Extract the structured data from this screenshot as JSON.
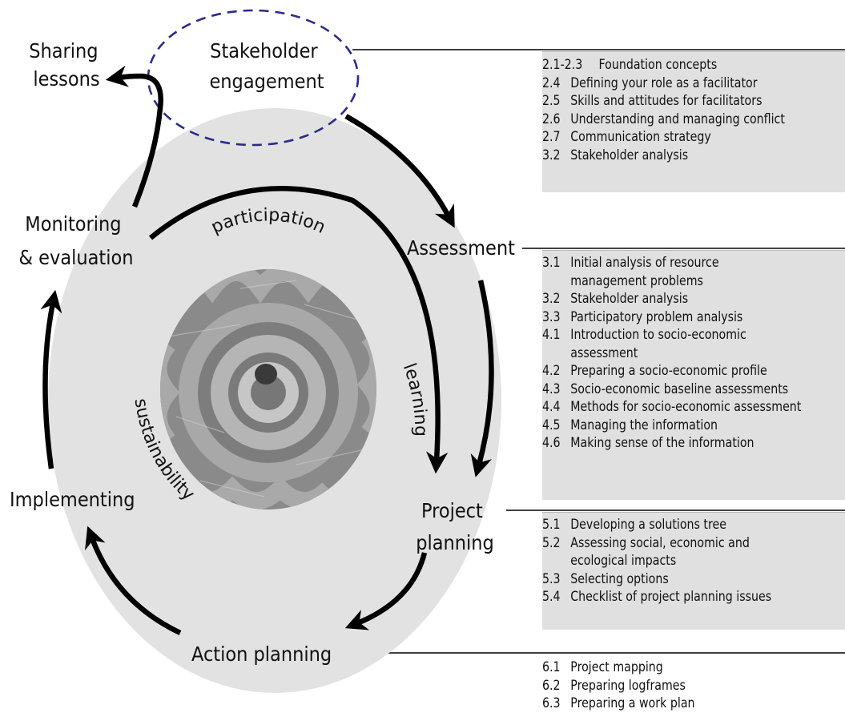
{
  "stages": {
    "sharing_lessons": [
      "Sharing",
      "lessons"
    ],
    "stakeholder_engagement": [
      "Stakeholder",
      "engagement"
    ],
    "assessment": "Assessment",
    "project_planning": [
      "Project",
      "planning"
    ],
    "action_planning": "Action planning",
    "implementing": "Implementing",
    "monitoring_evaluation": [
      "Monitoring",
      "& evaluation"
    ]
  },
  "themes": {
    "participation": "participation",
    "learning": "learning",
    "sustainability": "sustainability"
  },
  "panels": {
    "stakeholder": [
      {
        "num": "2.1-2.3",
        "text": "Foundation concepts"
      },
      {
        "num": "2.4",
        "text": "Defining your role as a facilitator"
      },
      {
        "num": "2.5",
        "text": "Skills and attitudes for facilitators"
      },
      {
        "num": "2.6",
        "text": "Understanding and managing conflict"
      },
      {
        "num": "2.7",
        "text": "Communication strategy"
      },
      {
        "num": "3.2",
        "text": "Stakeholder analysis"
      }
    ],
    "assessment": [
      {
        "num": "3.1",
        "text": "Initial analysis of resource"
      },
      {
        "num": "",
        "text": "management problems"
      },
      {
        "num": "3.2",
        "text": "Stakeholder analysis"
      },
      {
        "num": "3.3",
        "text": "Participatory problem analysis"
      },
      {
        "num": "4.1",
        "text": "Introduction to socio-economic"
      },
      {
        "num": "",
        "text": "assessment"
      },
      {
        "num": "4.2",
        "text": "Preparing a socio-economic profile"
      },
      {
        "num": "4.3",
        "text": "Socio-economic baseline assessments"
      },
      {
        "num": "4.4",
        "text": "Methods for socio-economic assessment"
      },
      {
        "num": "4.5",
        "text": "Managing the information"
      },
      {
        "num": "4.6",
        "text": "Making sense of the information"
      }
    ],
    "project_planning": [
      {
        "num": "5.1",
        "text": "Developing a solutions tree"
      },
      {
        "num": "5.2",
        "text": "Assessing social, economic and"
      },
      {
        "num": "",
        "text": "ecological impacts"
      },
      {
        "num": "5.3",
        "text": "Selecting options"
      },
      {
        "num": "5.4",
        "text": "Checklist of project planning issues"
      }
    ],
    "action_planning": [
      {
        "num": "6.1",
        "text": "Project mapping"
      },
      {
        "num": "6.2",
        "text": "Preparing logframes"
      },
      {
        "num": "6.3",
        "text": "Preparing a work plan"
      }
    ]
  },
  "colors": {
    "cycle_background": "#e2e2e2",
    "panel_background": "#e0e0e0",
    "dashed_highlight": "#2b2b8c",
    "arrow": "#000000"
  }
}
